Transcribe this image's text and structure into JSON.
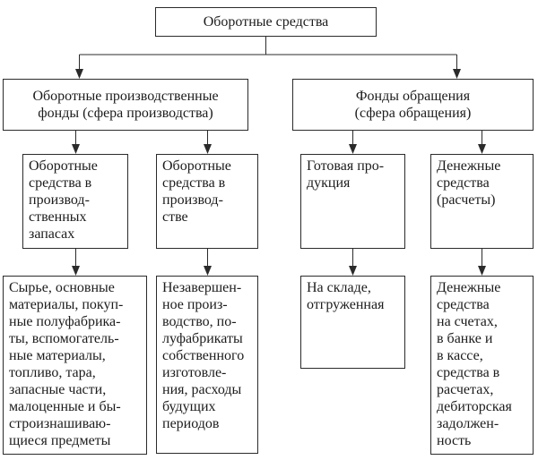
{
  "diagram": {
    "title": "Оборотные средства",
    "root": {
      "label": "Оборотные средства"
    },
    "level2": [
      {
        "label": "Оборотные производственные\nфонды (сфера производства)"
      },
      {
        "label": "Фонды обращения\n(сфера обращения)"
      }
    ],
    "level3": [
      {
        "label": "Оборотные\nсредства в\nпроизвод-\nственных\nзапасах"
      },
      {
        "label": "Оборотные\nсредства в\nпроизвод-\nстве"
      },
      {
        "label": "Готовая про-\nдукция"
      },
      {
        "label": "Денежные\nсредства\n(расчеты)"
      }
    ],
    "level4": [
      {
        "label": "Сырье, основные\nматериалы, покуп-\nные полуфабрика-\nты, вспомогатель-\nные материалы,\nтопливо, тара,\nзапасные части,\nмалоценные и бы-\nстроизнашиваю-\nщиеся предметы"
      },
      {
        "label": "Незавершен-\nное произ-\nводство, по-\nлуфабрикаты\nсобственного\nизготовле-\nния, расходы\nбудущих\nпериодов"
      },
      {
        "label": "На складе,\nотгруженная"
      },
      {
        "label": "Денежные\nсредства\nна счетах,\nв банке и\nв кассе,\nсредства в\nрасчетах,\nдебиторская\nзадолжен-\nность"
      }
    ],
    "colors": {
      "background": "#ffffff",
      "border": "#2b2b2b",
      "text": "#1c1c1c",
      "connector": "#2b2b2b"
    }
  }
}
